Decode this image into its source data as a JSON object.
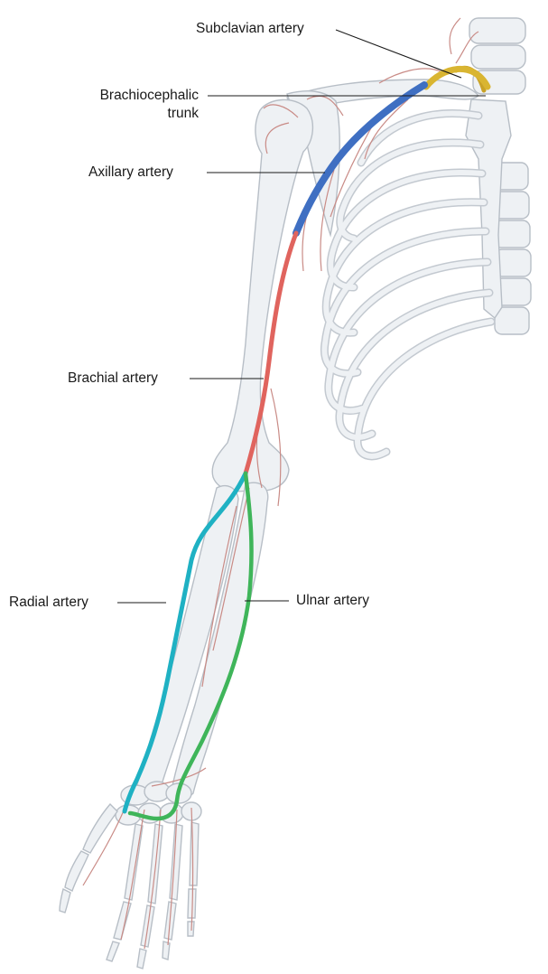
{
  "labels": {
    "subclavian": "Subclavian artery",
    "brachiocephalic_line1": "Brachiocephalic",
    "brachiocephalic_line2": "trunk",
    "axillary": "Axillary artery",
    "brachial": "Brachial artery",
    "ulnar": "Ulnar artery",
    "radial": "Radial artery"
  },
  "colors": {
    "brachiocephalic": "#c9a227",
    "subclavian": "#d9b531",
    "axillary": "#3f6fc2",
    "brachial": "#e0645e",
    "radial": "#1fb1c3",
    "ulnar": "#3fb55a",
    "minor_vessels": "#c98b86",
    "bone_fill": "#eef1f4",
    "bone_edge": "#b7bec6"
  }
}
